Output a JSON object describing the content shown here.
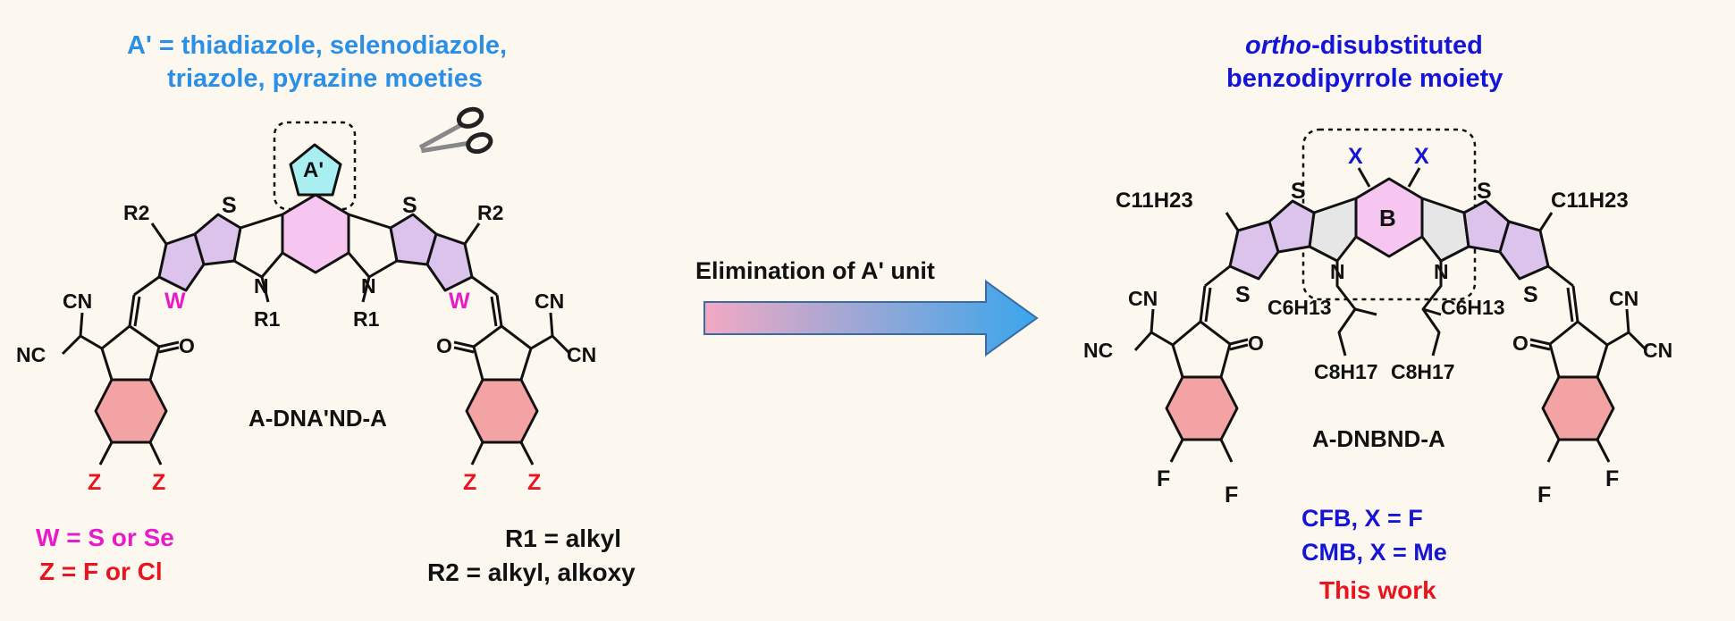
{
  "left_caption": {
    "line1": "A' = thiadiazole, selenodiazole,",
    "line2": "triazole, pyrazine moeties"
  },
  "right_caption": {
    "line1_italic": "ortho",
    "line1_rest": "-disubstituted",
    "line2": "benzodipyrrole moiety"
  },
  "arrow_label": "Elimination of A' unit",
  "left_molecule": {
    "name": "A-DNA'ND-A",
    "core_label": "A'",
    "atoms": {
      "s": "S",
      "w": "W",
      "n": "N",
      "r1": "R1",
      "r2": "R2",
      "cn": "CN",
      "nc": "NC",
      "o": "O",
      "z": "Z"
    }
  },
  "right_molecule": {
    "name": "A-DNBND-A",
    "core_label": "B",
    "atoms": {
      "s": "S",
      "n": "N",
      "x": "X",
      "f": "F",
      "cn": "CN",
      "nc": "NC",
      "o": "O",
      "c11h23": "C11H23",
      "c6h13": "C6H13",
      "c8h17": "C8H17"
    }
  },
  "legend_left": {
    "w_line": "W = S or Se",
    "z_line": "Z = F or Cl"
  },
  "legend_middle": {
    "r1_line": "R1 = alkyl",
    "r2_line": "R2 = alkyl, alkoxy"
  },
  "legend_right": {
    "cfb": "CFB,  X = F",
    "cmb": "CMB, X = Me",
    "this_work": "This work"
  },
  "colors": {
    "background": "#fdf8ef",
    "thiophene_fill": "#dcc3ec",
    "core_pink": "#f6c6f0",
    "a_prime_fill": "#a9eef0",
    "benzene_red": "#f3a3a3",
    "pyrrole_grey": "#e6e6e6",
    "arrow_start": "#f3a8c2",
    "arrow_end": "#3aa6ec",
    "caption_blue_light": "#2b8fe6",
    "caption_blue": "#1515d6",
    "red": "#e8141e",
    "magenta": "#e61cc8"
  }
}
